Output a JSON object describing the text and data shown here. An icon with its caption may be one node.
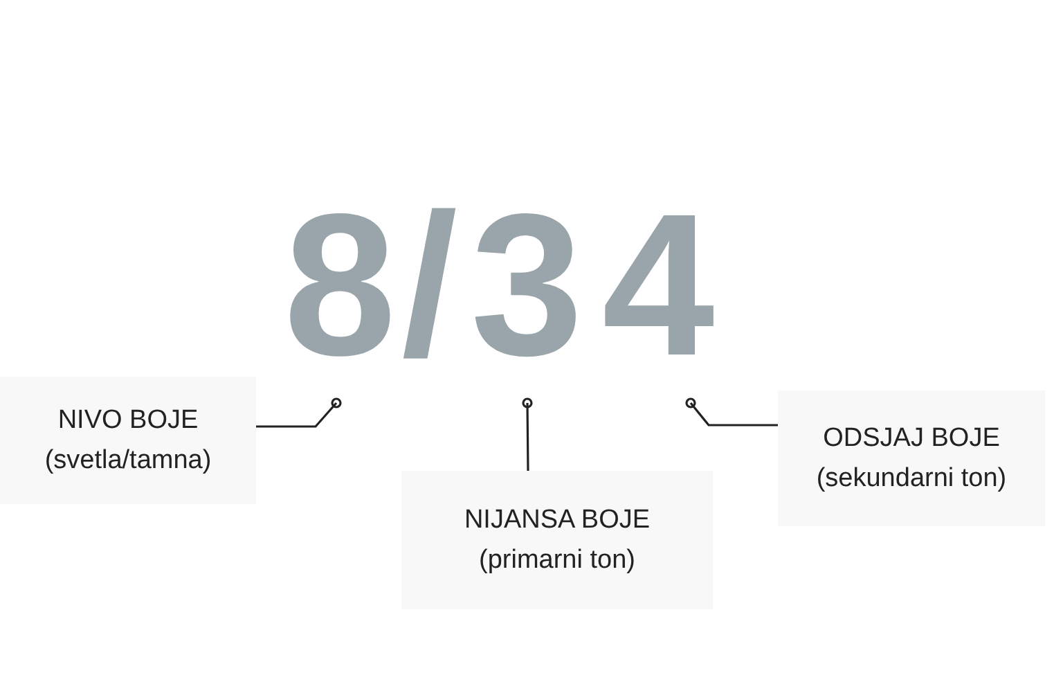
{
  "diagram": {
    "nodes": [
      {
        "text": [
          "8"
        ]
      },
      {
        "text": [
          "3"
        ]
      },
      {
        "text": [
          "4"
        ]
      },
      {
        "text": [
          "NIVO BOJE",
          "(svetla/tamna)"
        ]
      },
      {
        "text": [
          "NIJANSA BOJE",
          "(primarni ton)"
        ]
      },
      {
        "text": [
          "ODSJAJ BOJE",
          "(sekundarni ton)"
        ]
      }
    ],
    "edges": [
      {
        "from": 3,
        "to": 0,
        "arrow": "other"
      },
      {
        "from": 4,
        "to": 1,
        "arrow": "other"
      },
      {
        "from": 5,
        "to": 2,
        "arrow": "other"
      }
    ],
    "labels": [
      "/"
    ]
  }
}
